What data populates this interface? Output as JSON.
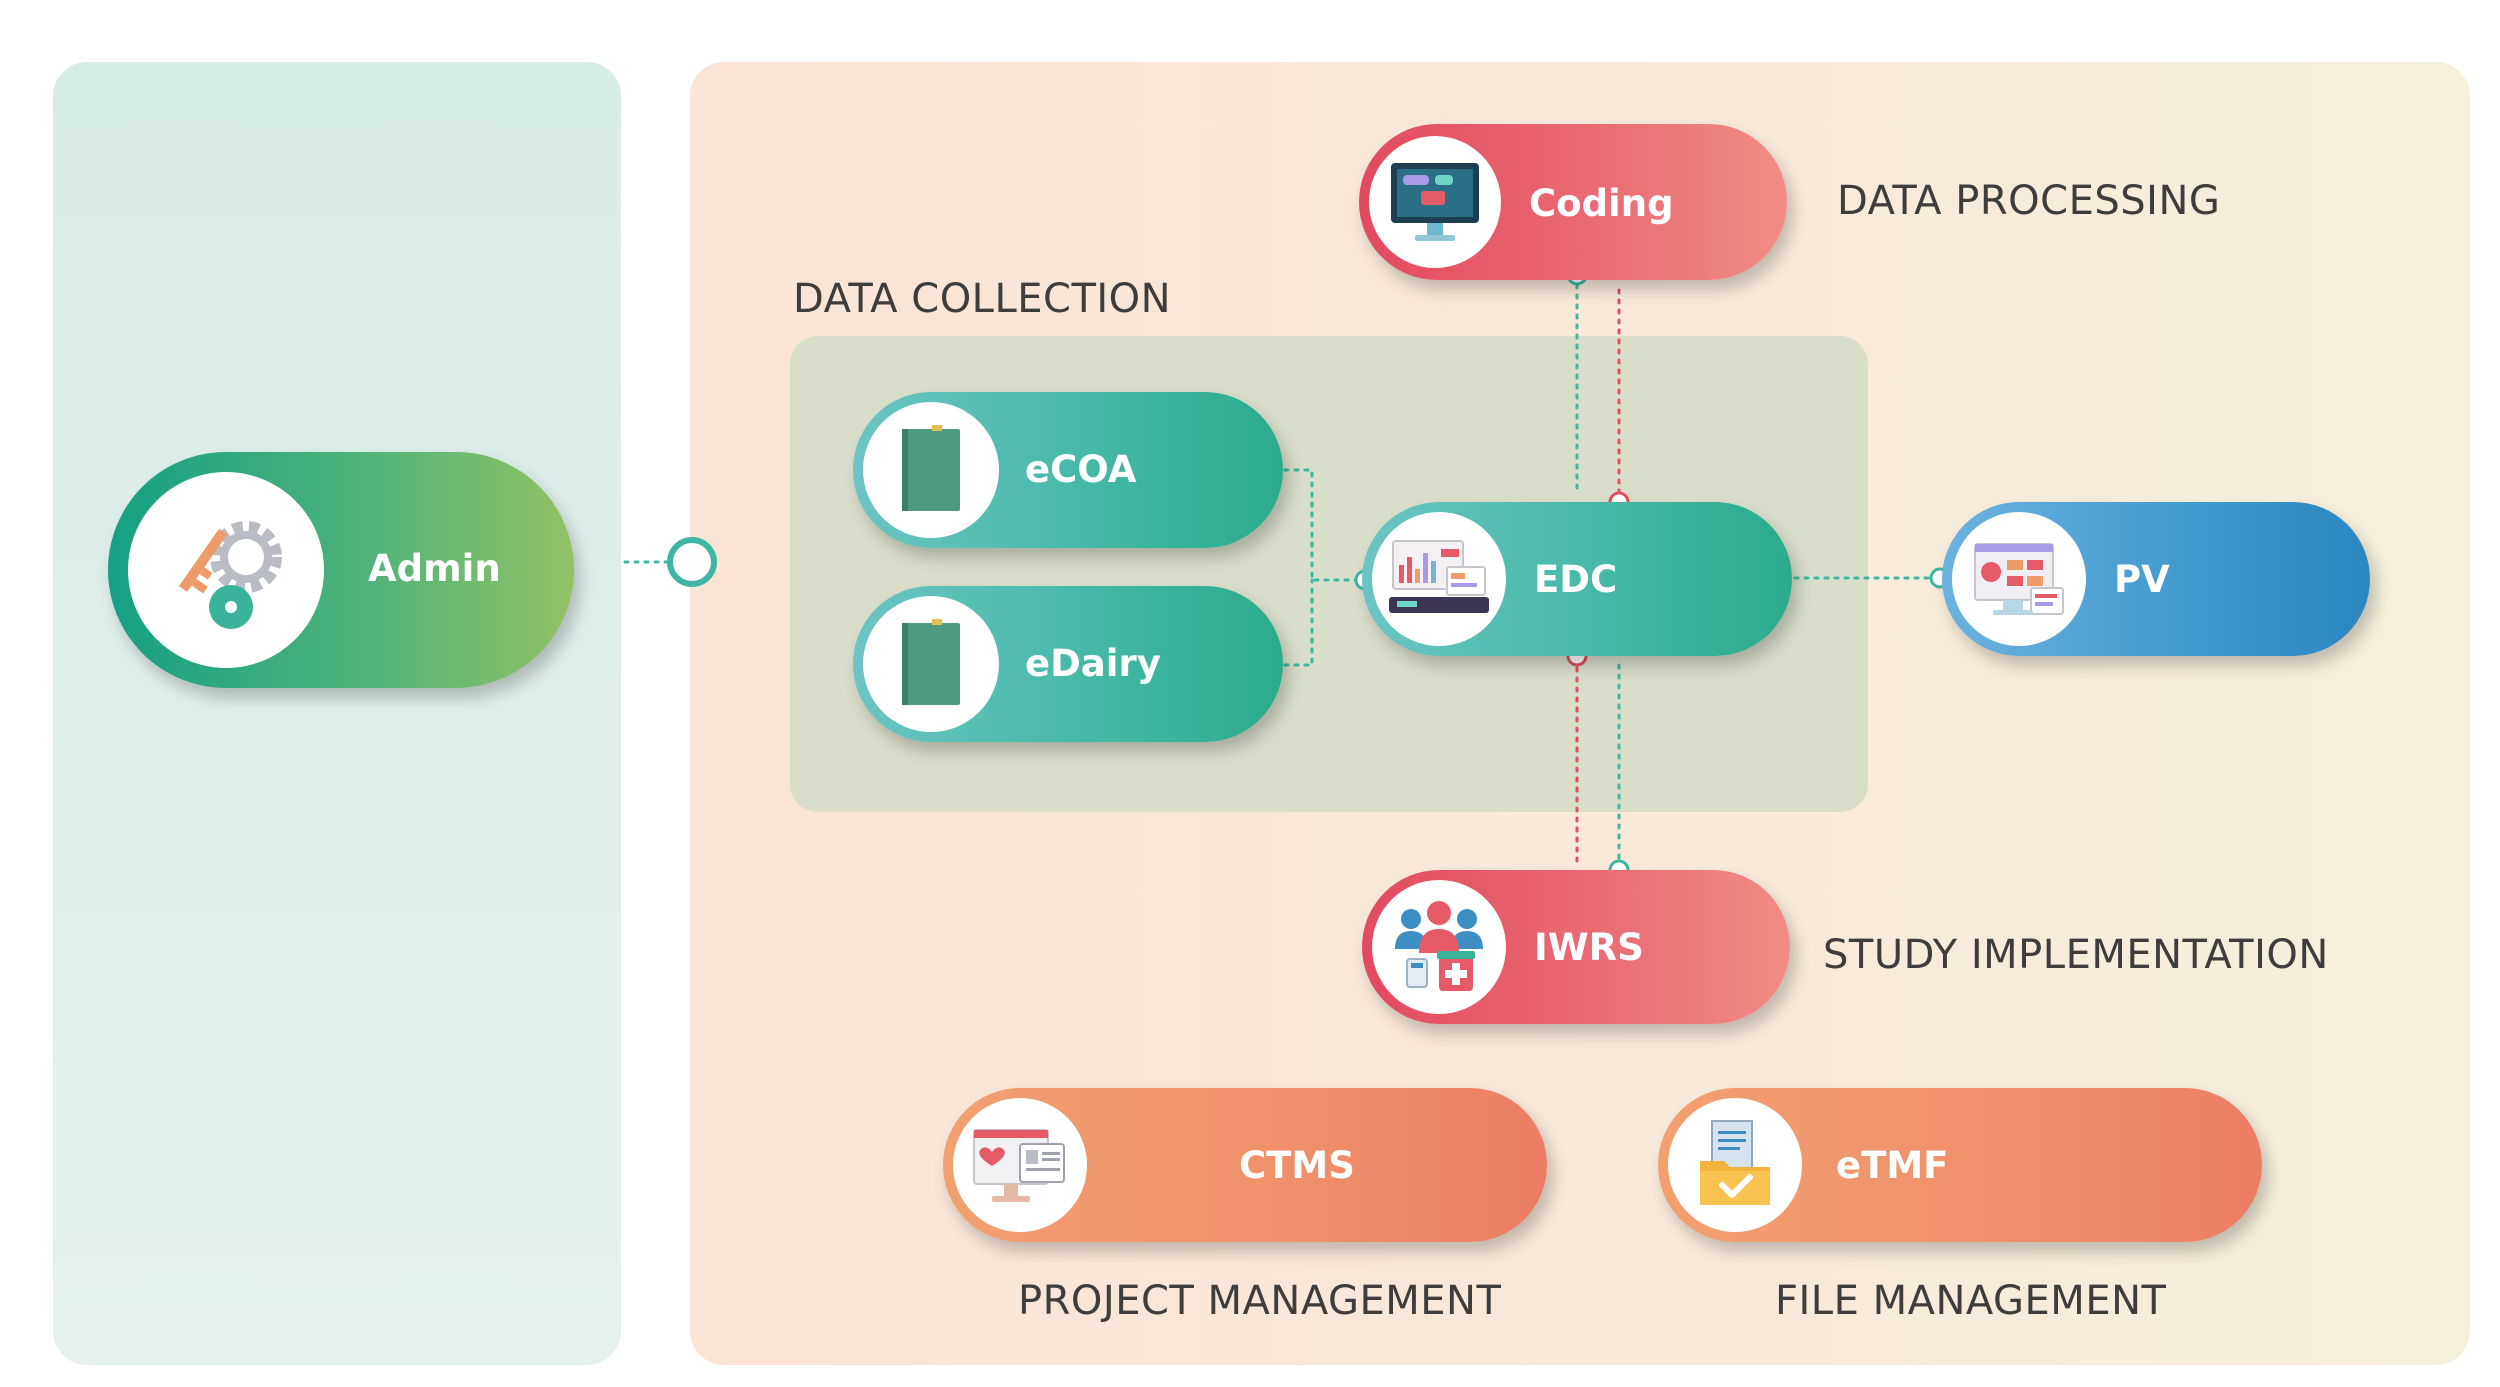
{
  "sections": {
    "data_processing": "DATA PROCESSING",
    "data_collection": "DATA COLLECTION",
    "study_implementation": "STUDY IMPLEMENTATION",
    "project_management": "PROJECT MANAGEMENT",
    "file_management": "FILE MANAGEMENT"
  },
  "modules": {
    "admin": {
      "label": "Admin",
      "icon": "key-gear-icon"
    },
    "coding": {
      "label": "Coding",
      "icon": "code-monitor-icon"
    },
    "ecoa": {
      "label": "eCOA",
      "icon": "book-icon"
    },
    "edairy": {
      "label": "eDairy",
      "icon": "book-icon"
    },
    "edc": {
      "label": "EDC",
      "icon": "dashboard-icon"
    },
    "pv": {
      "label": "PV",
      "icon": "monitor-report-icon"
    },
    "iwrs": {
      "label": "IWRS",
      "icon": "people-medicine-icon"
    },
    "ctms": {
      "label": "CTMS",
      "icon": "clinic-monitor-icon"
    },
    "etmf": {
      "label": "eTMF",
      "icon": "document-folder-icon"
    }
  },
  "colors": {
    "teal": "#2bab8c",
    "red": "#e24a5f",
    "orange": "#ef8f6a",
    "blue": "#2c86bf",
    "connector_teal": "#3fb5a4",
    "connector_red": "#e0505c"
  }
}
